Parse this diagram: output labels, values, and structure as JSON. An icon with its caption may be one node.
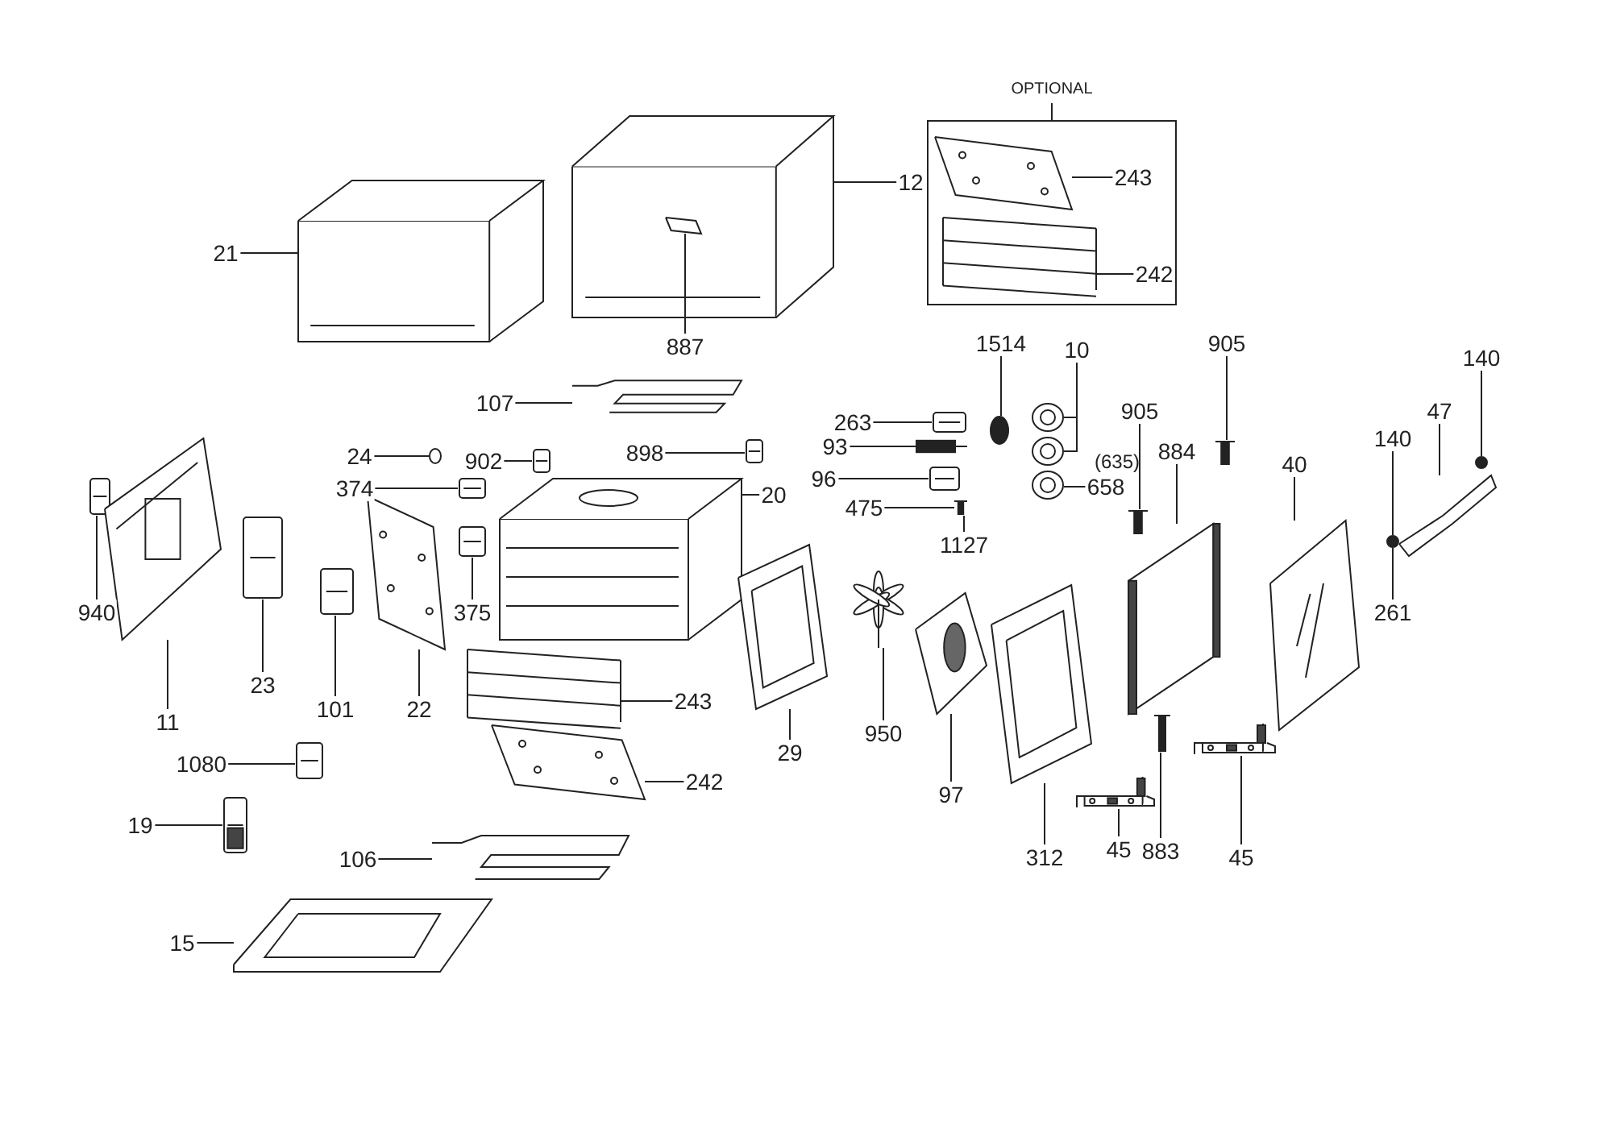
{
  "diagram": {
    "nodes": [
      {
        "text": [
          "21"
        ]
      },
      {
        "text": [],
        "shape": "picture"
      },
      {
        "text": [
          "12"
        ]
      },
      {
        "text": [],
        "shape": "picture"
      },
      {
        "text": [],
        "shape": "picture",
        "in": 3
      },
      {
        "text": [
          "887"
        ]
      },
      {
        "text": [
          "OPTIONAL"
        ]
      },
      {
        "text": [],
        "shape": "picture",
        "in": 6
      },
      {
        "text": [
          "243"
        ],
        "in": 6
      },
      {
        "text": [],
        "shape": "picture",
        "in": 6
      },
      {
        "text": [
          "242"
        ],
        "in": 6
      },
      {
        "text": [
          "107"
        ]
      },
      {
        "text": [],
        "shape": "picture"
      },
      {
        "text": [
          "24"
        ]
      },
      {
        "text": [],
        "shape": "circle"
      },
      {
        "text": [
          "902"
        ]
      },
      {
        "text": [],
        "shape": "picture"
      },
      {
        "text": [
          "898"
        ]
      },
      {
        "text": [],
        "shape": "picture"
      },
      {
        "text": [
          "374"
        ]
      },
      {
        "text": [],
        "shape": "picture"
      },
      {
        "text": [
          "20"
        ]
      },
      {
        "text": [],
        "shape": "picture"
      },
      {
        "text": [
          "1514"
        ]
      },
      {
        "text": [],
        "shape": "circle"
      },
      {
        "text": [
          "10"
        ]
      },
      {
        "text": [],
        "shape": "circle"
      },
      {
        "text": [],
        "shape": "circle"
      },
      {
        "text": [
          "263"
        ]
      },
      {
        "text": [],
        "shape": "picture"
      },
      {
        "text": [
          "93"
        ]
      },
      {
        "text": [],
        "shape": "picture"
      },
      {
        "text": [
          "96"
        ]
      },
      {
        "text": [],
        "shape": "picture"
      },
      {
        "text": [
          "475"
        ]
      },
      {
        "text": [],
        "shape": "picture"
      },
      {
        "text": [
          "1127"
        ]
      },
      {
        "text": [
          "658"
        ]
      },
      {
        "text": [],
        "shape": "circle"
      },
      {
        "text": [
          "905"
        ]
      },
      {
        "text": [],
        "shape": "picture"
      },
      {
        "text": [
          "905"
        ]
      },
      {
        "text": [],
        "shape": "picture"
      },
      {
        "text": [
          "884"
        ]
      },
      {
        "text": [],
        "shape": "picture"
      },
      {
        "text": [
          "40"
        ]
      },
      {
        "text": [],
        "shape": "picture"
      },
      {
        "text": [
          "140"
        ]
      },
      {
        "text": [],
        "shape": "circle"
      },
      {
        "text": [
          "261"
        ]
      },
      {
        "text": [
          "140"
        ]
      },
      {
        "text": [],
        "shape": "circle"
      },
      {
        "text": [
          "47"
        ]
      },
      {
        "text": [],
        "shape": "picture"
      },
      {
        "text": [
          "940"
        ]
      },
      {
        "text": [],
        "shape": "picture"
      },
      {
        "text": [
          "11"
        ]
      },
      {
        "text": [],
        "shape": "picture"
      },
      {
        "text": [
          "23"
        ]
      },
      {
        "text": [],
        "shape": "picture"
      },
      {
        "text": [
          "101"
        ]
      },
      {
        "text": [],
        "shape": "picture"
      },
      {
        "text": [
          "22"
        ]
      },
      {
        "text": [],
        "shape": "picture"
      },
      {
        "text": [
          "375"
        ]
      },
      {
        "text": [],
        "shape": "picture"
      },
      {
        "text": [
          "243"
        ]
      },
      {
        "text": [],
        "shape": "picture"
      },
      {
        "text": [
          "242"
        ]
      },
      {
        "text": [],
        "shape": "picture"
      },
      {
        "text": [
          "29"
        ]
      },
      {
        "text": [],
        "shape": "picture"
      },
      {
        "text": [
          "950"
        ]
      },
      {
        "text": [],
        "shape": "picture"
      },
      {
        "text": [
          "97"
        ]
      },
      {
        "text": [],
        "shape": "picture"
      },
      {
        "text": [
          "312"
        ]
      },
      {
        "text": [],
        "shape": "picture"
      },
      {
        "text": [
          "45"
        ]
      },
      {
        "text": [],
        "shape": "picture"
      },
      {
        "text": [
          "883"
        ]
      },
      {
        "text": [],
        "shape": "picture"
      },
      {
        "text": [
          "45"
        ]
      },
      {
        "text": [],
        "shape": "picture"
      },
      {
        "text": [
          "1080"
        ]
      },
      {
        "text": [],
        "shape": "picture"
      },
      {
        "text": [
          "19"
        ]
      },
      {
        "text": [],
        "shape": "picture"
      },
      {
        "text": [
          "106"
        ]
      },
      {
        "text": [],
        "shape": "picture"
      },
      {
        "text": [
          "15"
        ]
      },
      {
        "text": [],
        "shape": "picture"
      }
    ],
    "edges": [
      {
        "from": 0,
        "to": 1,
        "arrow": "none"
      },
      {
        "from": 2,
        "to": 3,
        "arrow": "none"
      },
      {
        "from": 5,
        "to": 4,
        "arrow": "none"
      },
      {
        "from": 8,
        "to": 7,
        "arrow": "none"
      },
      {
        "from": 10,
        "to": 9,
        "arrow": "none"
      },
      {
        "from": 11,
        "to": 12,
        "arrow": "none"
      },
      {
        "from": 13,
        "to": 14,
        "arrow": "none"
      },
      {
        "from": 15,
        "to": 16,
        "arrow": "none"
      },
      {
        "from": 17,
        "to": 18,
        "arrow": "none"
      },
      {
        "from": 19,
        "to": 20,
        "arrow": "none"
      },
      {
        "from": 21,
        "to": 22,
        "arrow": "none"
      },
      {
        "from": 23,
        "to": 24,
        "arrow": "none"
      },
      {
        "from": 25,
        "to": 26,
        "arrow": "none"
      },
      {
        "from": 25,
        "to": 27,
        "arrow": "none"
      },
      {
        "from": 28,
        "to": 29,
        "arrow": "none"
      },
      {
        "from": 30,
        "to": 31,
        "arrow": "none"
      },
      {
        "from": 32,
        "to": 33,
        "arrow": "none"
      },
      {
        "from": 34,
        "to": 35,
        "arrow": "none"
      },
      {
        "from": 36,
        "to": 35,
        "arrow": "none"
      },
      {
        "from": 37,
        "to": 38,
        "arrow": "none"
      },
      {
        "from": 39,
        "to": 40,
        "arrow": "none"
      },
      {
        "from": 41,
        "to": 42,
        "arrow": "none"
      },
      {
        "from": 43,
        "to": 44,
        "arrow": "none"
      },
      {
        "from": 45,
        "to": 46,
        "arrow": "none"
      },
      {
        "from": 47,
        "to": 48,
        "arrow": "none"
      },
      {
        "from": 49,
        "to": 48,
        "arrow": "none"
      },
      {
        "from": 50,
        "to": 51,
        "arrow": "none"
      },
      {
        "from": 52,
        "to": 53,
        "arrow": "none"
      },
      {
        "from": 54,
        "to": 55,
        "arrow": "none"
      },
      {
        "from": 56,
        "to": 57,
        "arrow": "none"
      },
      {
        "from": 58,
        "to": 59,
        "arrow": "none"
      },
      {
        "from": 60,
        "to": 61,
        "arrow": "none"
      },
      {
        "from": 62,
        "to": 63,
        "arrow": "none"
      },
      {
        "from": 64,
        "to": 65,
        "arrow": "none"
      },
      {
        "from": 66,
        "to": 67,
        "arrow": "none"
      },
      {
        "from": 68,
        "to": 69,
        "arrow": "none"
      },
      {
        "from": 70,
        "to": 71,
        "arrow": "none"
      },
      {
        "from": 72,
        "to": 73,
        "arrow": "none"
      },
      {
        "from": 74,
        "to": 75,
        "arrow": "none"
      },
      {
        "from": 76,
        "to": 77,
        "arrow": "none"
      },
      {
        "from": 78,
        "to": 79,
        "arrow": "none"
      },
      {
        "from": 80,
        "to": 81,
        "arrow": "none"
      },
      {
        "from": 82,
        "to": 83,
        "arrow": "none"
      },
      {
        "from": 84,
        "to": 85,
        "arrow": "none"
      },
      {
        "from": 86,
        "to": 87,
        "arrow": "none"
      },
      {
        "from": 88,
        "to": 89,
        "arrow": "none"
      },
      {
        "from": 90,
        "to": 91,
        "arrow": "none"
      }
    ],
    "labels": [
      "(635)"
    ]
  }
}
